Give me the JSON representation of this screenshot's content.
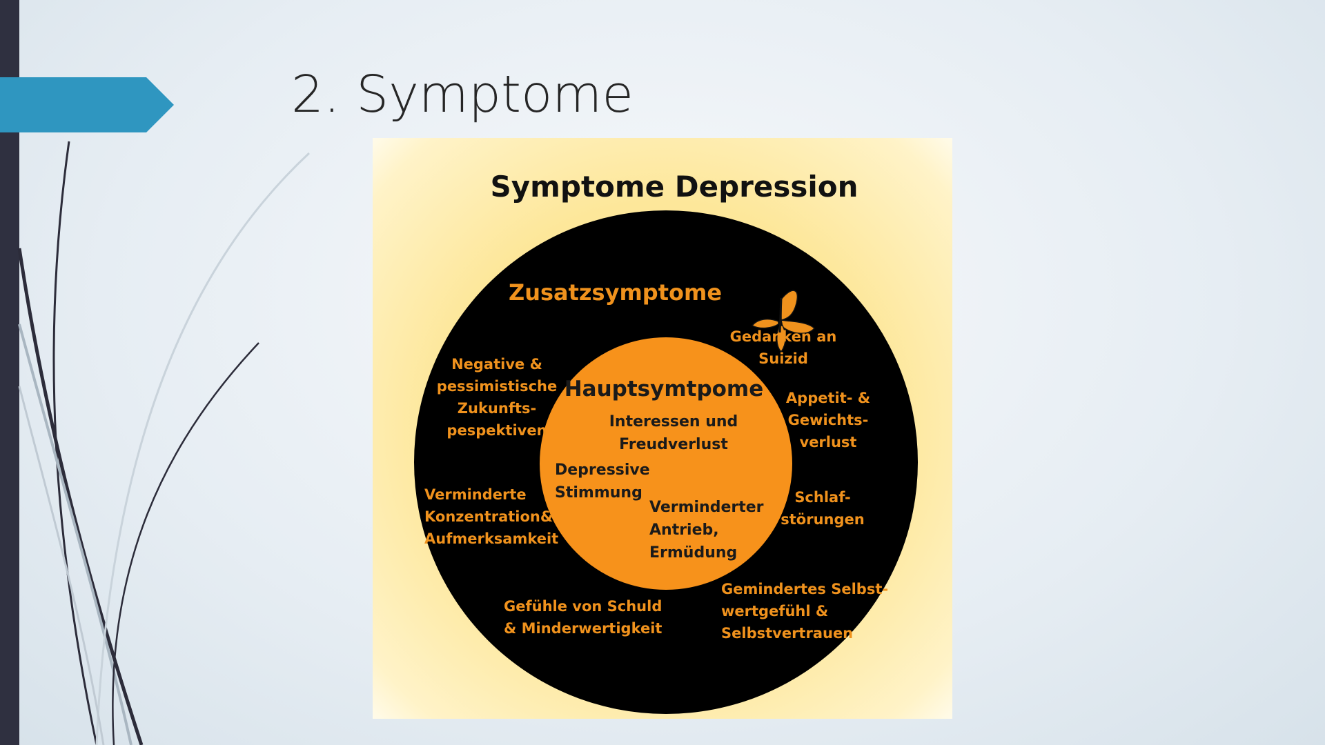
{
  "slide": {
    "title": "2. Symptome"
  },
  "colors": {
    "accent_tab": "#2f96c0",
    "left_bar": "#2f3040",
    "panel_yellow": "#fde79a",
    "outer_ring": "#000000",
    "inner_circle": "#f7921b",
    "outer_text": "#f0921d"
  },
  "diagram": {
    "title": "Symptome Depression",
    "outer": {
      "heading": "Zusatzsymptome",
      "items": [
        {
          "lines": [
            "Gedanken an",
            "Suizid"
          ]
        },
        {
          "lines": [
            "Appetit- &",
            "Gewichts-",
            "verlust"
          ]
        },
        {
          "lines": [
            "Schlaf-",
            "störungen"
          ]
        },
        {
          "lines": [
            "Gemindertes Selbst-",
            "wertgefühl &",
            "Selbstvertrauen"
          ]
        },
        {
          "lines": [
            "Gefühle von Schuld",
            "& Minderwertigkeit"
          ]
        },
        {
          "lines": [
            "Verminderte",
            "Konzentration&",
            "Aufmerksamkeit"
          ]
        },
        {
          "lines": [
            "Negative &",
            "pessimistische",
            "Zukunfts-",
            "pespektiven"
          ]
        }
      ]
    },
    "inner": {
      "heading": "Hauptsymtpome",
      "items": [
        {
          "lines": [
            "Interessen und",
            "Freudverlust"
          ]
        },
        {
          "lines": [
            "Depressive",
            "Stimmung"
          ]
        },
        {
          "lines": [
            "Verminderter",
            "Antrieb,",
            "Ermüdung"
          ]
        }
      ]
    },
    "icon": "butterfly-icon"
  }
}
